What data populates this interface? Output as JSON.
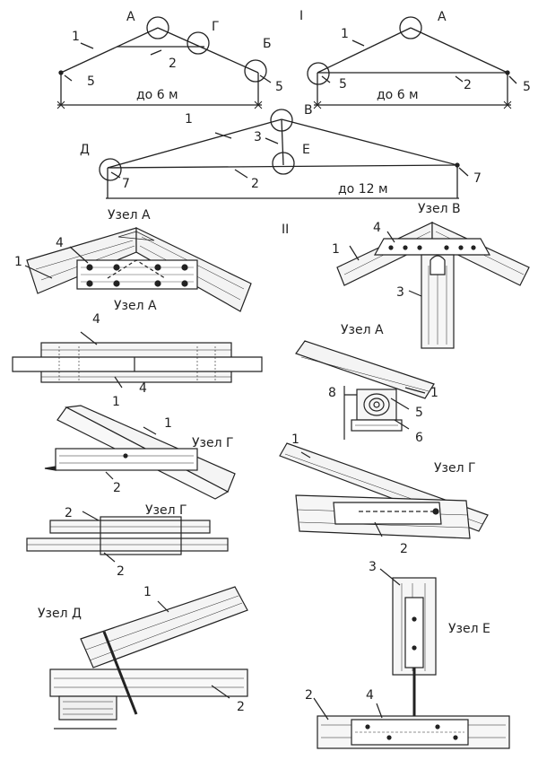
{
  "section": {
    "roman_1": "I",
    "roman_2": "II"
  },
  "top_diagram_1": {
    "labels": {
      "A": "А",
      "G": "Г",
      "B": "Б",
      "n1": "1",
      "n2": "2",
      "n5a": "5",
      "n5b": "5"
    },
    "span": "до 6 м"
  },
  "top_diagram_2": {
    "labels": {
      "A": "А",
      "V": "В",
      "n1": "1",
      "n2": "2",
      "n5a": "5",
      "n5b": "5"
    },
    "span": "до 6 м"
  },
  "mid_diagram": {
    "labels": {
      "D": "Д",
      "E": "Е",
      "n1": "1",
      "n2": "2",
      "n3": "3",
      "n7a": "7",
      "n7b": "7"
    },
    "span": "до 12 м"
  },
  "details": {
    "node_a_1": {
      "title": "Узел А",
      "n1": "1",
      "n4": "4"
    },
    "node_a_2": {
      "title": "Узел А",
      "n4a": "4",
      "n4b": "4",
      "n1": "1"
    },
    "node_g_1": {
      "title": "Узел Г",
      "n1": "1",
      "n2": "2"
    },
    "node_g_2": {
      "title": "Узел Г",
      "n2a": "2",
      "n2b": "2"
    },
    "node_d": {
      "title": "Узел Д",
      "n1": "1",
      "n2": "2"
    },
    "node_v": {
      "title": "Узел В",
      "n1": "1",
      "n3": "3",
      "n4": "4"
    },
    "node_a_3": {
      "title": "Узел А",
      "n1": "1",
      "n5": "5",
      "n6": "6",
      "n8": "8"
    },
    "node_g_3": {
      "title": "Узел Г",
      "n1": "1",
      "n2": "2"
    },
    "node_e": {
      "title": "Узел Е",
      "n2": "2",
      "n3": "3",
      "n4": "4"
    }
  }
}
